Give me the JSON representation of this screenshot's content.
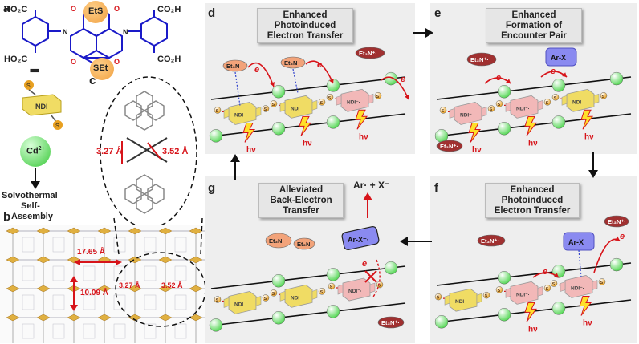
{
  "panel_labels": {
    "a": "a",
    "b": "b",
    "c": "c",
    "d": "d",
    "e": "e",
    "f": "f",
    "g": "g"
  },
  "molecule": {
    "ets": "EtS",
    "set": "SEt",
    "co2h": "CO₂H",
    "ho2c": "HO₂C",
    "n": "N",
    "o": "O",
    "equiv": "|||",
    "ndi": "NDI",
    "s": "S"
  },
  "assembly": {
    "cd": "Cd",
    "cd_charge": "2+",
    "step1": "Solvothermal",
    "step2": "Self-",
    "step3": "Assembly"
  },
  "measurements": {
    "d1": "3.27 Å",
    "d2": "3.52 Å",
    "spacing_h": "17.65 Å",
    "spacing_v": "10.09 Å",
    "d1_small": "3.27 Å",
    "d2_small": "3.52 Å"
  },
  "panel_d": {
    "title_l1": "Enhanced",
    "title_l2": "Photoinduced",
    "title_l3": "Electron Transfer"
  },
  "panel_e": {
    "title_l1": "Enhanced",
    "title_l2": "Formation of",
    "title_l3": "Encounter Pair"
  },
  "panel_f": {
    "title_l1": "Enhanced",
    "title_l2": "Photoinduced",
    "title_l3": "Electron Transfer"
  },
  "panel_g": {
    "title_l1": "Alleviated",
    "title_l2": "Back-Electron",
    "title_l3": "Transfer",
    "products": "Ar· + X⁻"
  },
  "species": {
    "et3n": "Et₃N",
    "et3n_cation": "Et₃N⁺·",
    "arx": "Ar-X",
    "arx_anion": "Ar-X⁻·",
    "electron": "e",
    "hv": "hν",
    "ndi": "NDI",
    "ndi_anion": "NDI⁻·"
  },
  "colors": {
    "panel_bg": "#eeeeee",
    "arrow_red": "#d7141a",
    "ndi_yellow": "#f0dc64",
    "ndi_pink": "#f2b8b8",
    "sphere_green": "#58d858",
    "sphere_orange": "#e8a020",
    "et3n_fill": "#f2a37a",
    "cation_fill": "#a03030",
    "arx_fill": "#8a8af0"
  }
}
